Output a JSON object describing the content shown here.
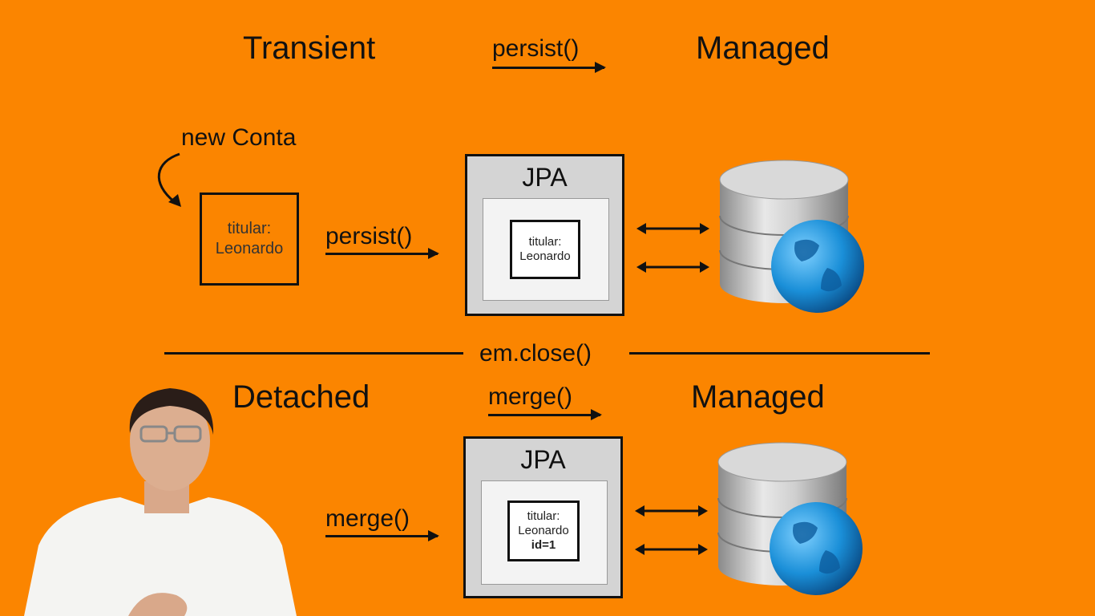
{
  "top": {
    "state_left": "Transient",
    "transition_label": "persist()",
    "state_right": "Managed",
    "creation_label": "new Conta",
    "entity_box": {
      "line1": "titular:",
      "line2": "Leonardo"
    },
    "action_label": "persist()",
    "jpa": {
      "title": "JPA",
      "entity": {
        "line1": "titular:",
        "line2": "Leonardo"
      }
    }
  },
  "divider_label": "em.close()",
  "bottom": {
    "state_left": "Detached",
    "transition_label": "merge()",
    "state_right": "Managed",
    "action_label": "merge()",
    "jpa": {
      "title": "JPA",
      "entity": {
        "line1": "titular:",
        "line2": "Leonardo",
        "line3": "id=1"
      }
    }
  },
  "colors": {
    "background": "#fb8500",
    "jpa_outer": "#d4d4d4",
    "jpa_inner": "#f3f3f3",
    "globe": "#1a8fd8"
  },
  "icons": [
    "database-icon",
    "globe-icon",
    "curved-arrow-icon",
    "bidirectional-arrow-icon"
  ]
}
